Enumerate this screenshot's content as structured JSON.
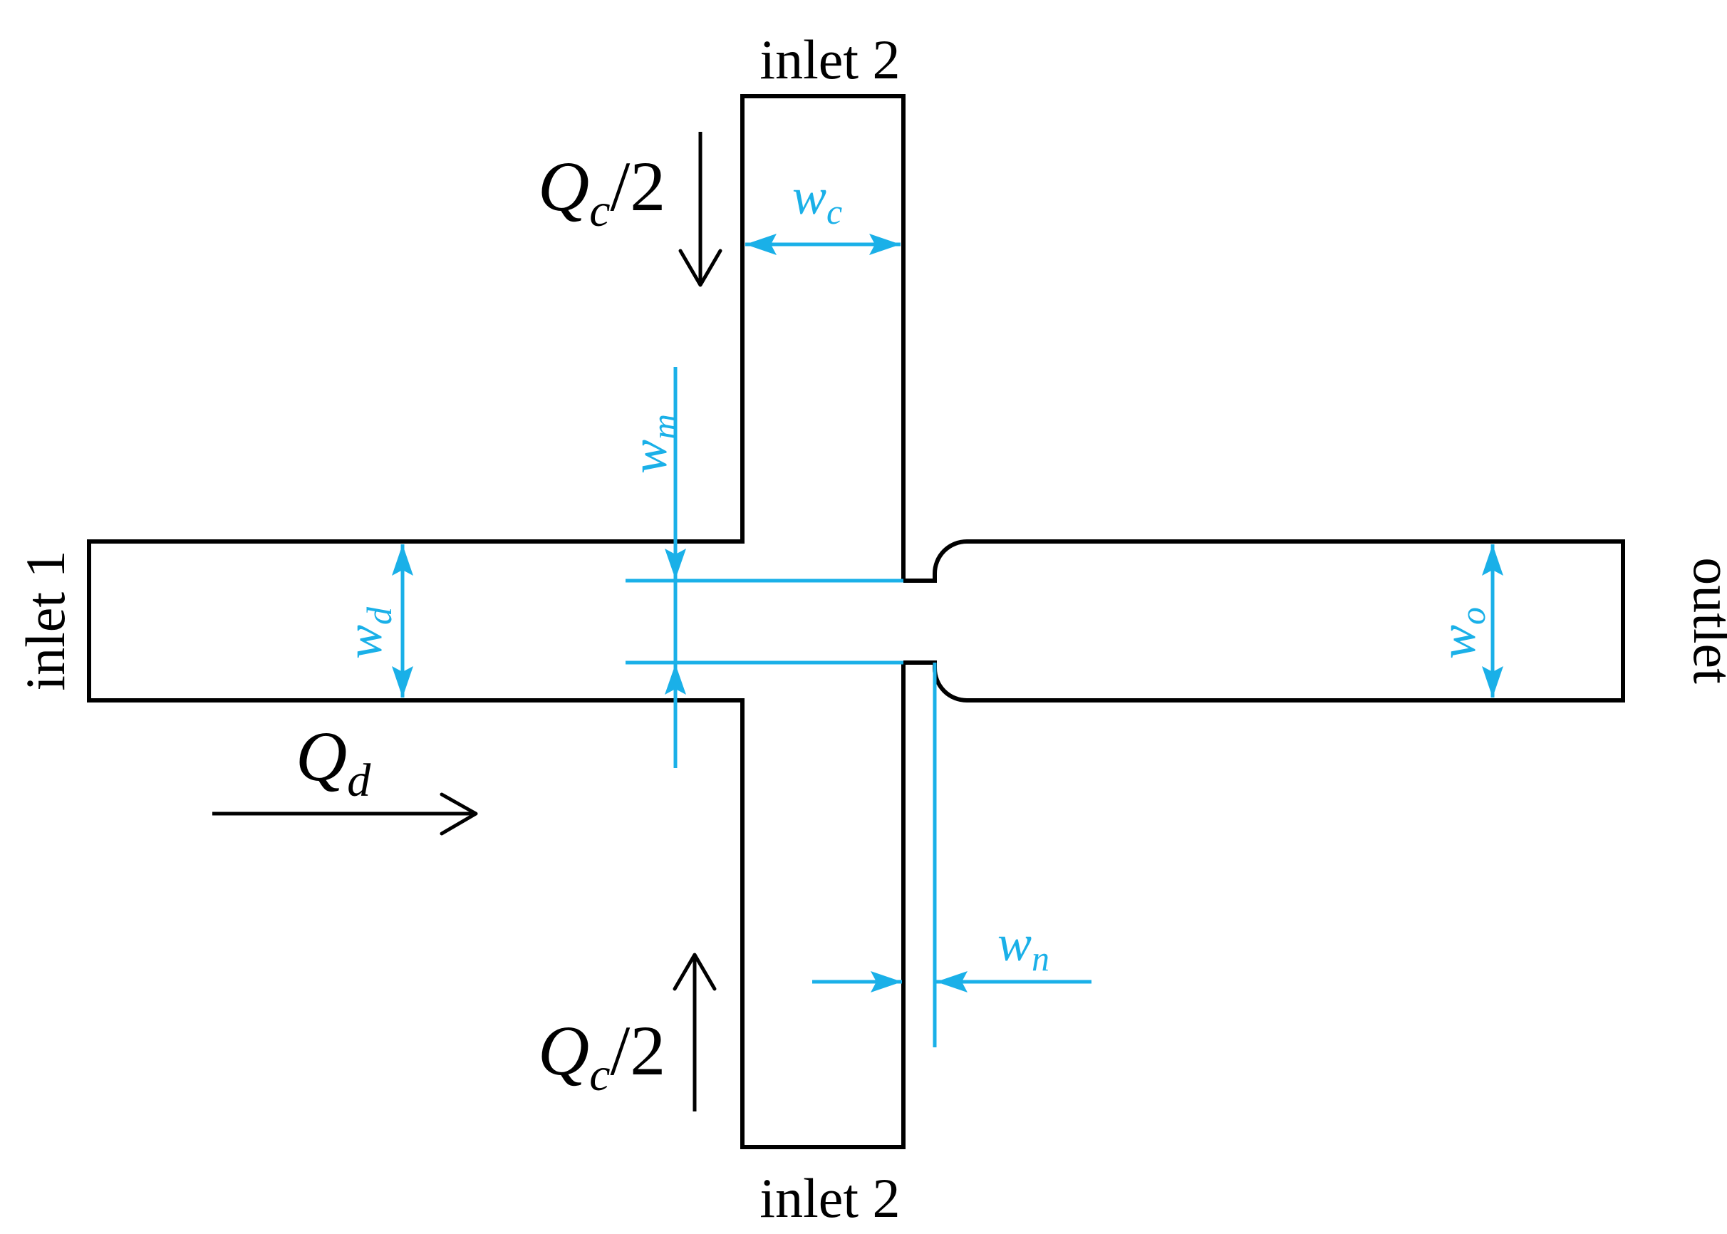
{
  "ports": {
    "inlet2_top": "inlet 2",
    "inlet2_bottom": "inlet 2",
    "inlet1": "inlet 1",
    "outlet": "outlet"
  },
  "flows": {
    "qc_top": {
      "symbol": "Q",
      "subscript": "c",
      "suffix": "/2"
    },
    "qc_bottom": {
      "symbol": "Q",
      "subscript": "c",
      "suffix": "/2"
    },
    "qd": {
      "symbol": "Q",
      "subscript": "d"
    }
  },
  "dimensions": {
    "wc": {
      "symbol": "w",
      "subscript": "c"
    },
    "wm": {
      "symbol": "w",
      "subscript": "m"
    },
    "wd": {
      "symbol": "w",
      "subscript": "d"
    },
    "wo": {
      "symbol": "w",
      "subscript": "o"
    },
    "wn": {
      "symbol": "w",
      "subscript": "n"
    }
  },
  "colors": {
    "channel_wall": "#000000",
    "dimension": "#1ab0e8"
  }
}
